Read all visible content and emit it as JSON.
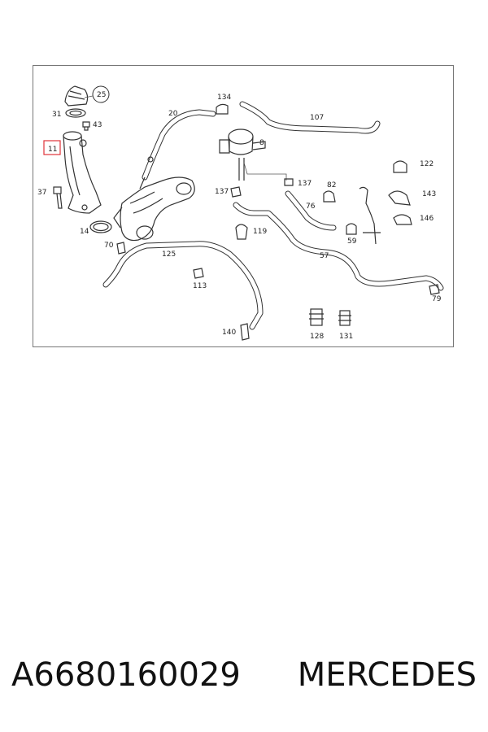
{
  "parts": {
    "p11": "11",
    "p14": "14",
    "p20": "20",
    "p25": "25",
    "p31": "31",
    "p37": "37",
    "p43": "43",
    "p57": "57",
    "p59": "59",
    "p70": "70",
    "p76": "76",
    "p79": "79",
    "p8": "8",
    "p82": "82",
    "p107": "107",
    "p113": "113",
    "p119": "119",
    "p122": "122",
    "p125": "125",
    "p128": "128",
    "p131": "131",
    "p134": "134",
    "p137a": "137",
    "p137b": "137",
    "p140": "140",
    "p143": "143",
    "p146": "146"
  },
  "caption": {
    "part_number": "A6680160029",
    "brand": "MERCEDES"
  },
  "colors": {
    "highlight": "#e0323a",
    "line": "#333333"
  }
}
